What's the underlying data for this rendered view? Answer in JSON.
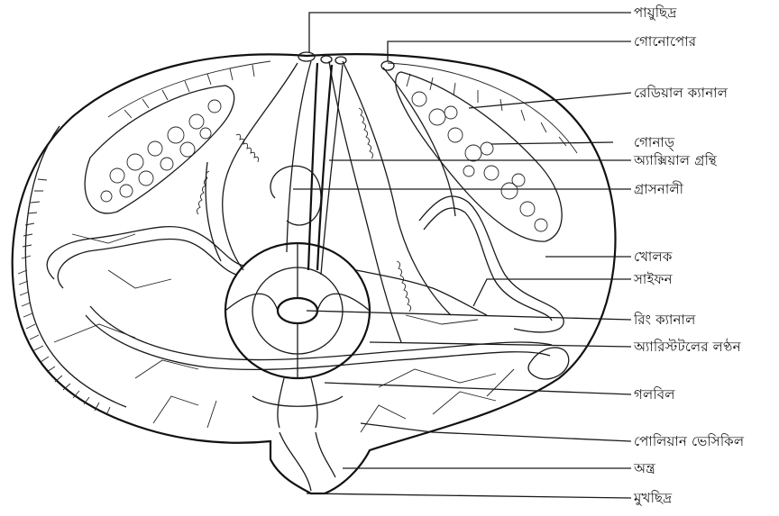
{
  "diagram": {
    "labels": [
      {
        "id": "madreporite",
        "text": "পায়ুছিদ্র"
      },
      {
        "id": "gonopore",
        "text": "গোনোপোর"
      },
      {
        "id": "radial-canal",
        "text": "রেডিয়াল ক্যানাল"
      },
      {
        "id": "gonad",
        "text": "গোনাড্"
      },
      {
        "id": "axial-gland",
        "text": "অ্যাক্সিয়াল গ্রন্থি"
      },
      {
        "id": "esophagus",
        "text": "গ্রাসনালী"
      },
      {
        "id": "test",
        "text": "খোলক"
      },
      {
        "id": "siphon",
        "text": "সাইফন"
      },
      {
        "id": "ring-canal",
        "text": "রিং ক্যানাল"
      },
      {
        "id": "aristotles-lantern",
        "text": "অ্যারিস্টটলের লণ্ঠন"
      },
      {
        "id": "pharynx",
        "text": "গলবিল"
      },
      {
        "id": "polian-vesicle",
        "text": "পোলিয়ান ভেসিকিল"
      },
      {
        "id": "intestine",
        "text": "অন্ত্র"
      },
      {
        "id": "mouth",
        "text": "মুখছিদ্র"
      }
    ]
  }
}
